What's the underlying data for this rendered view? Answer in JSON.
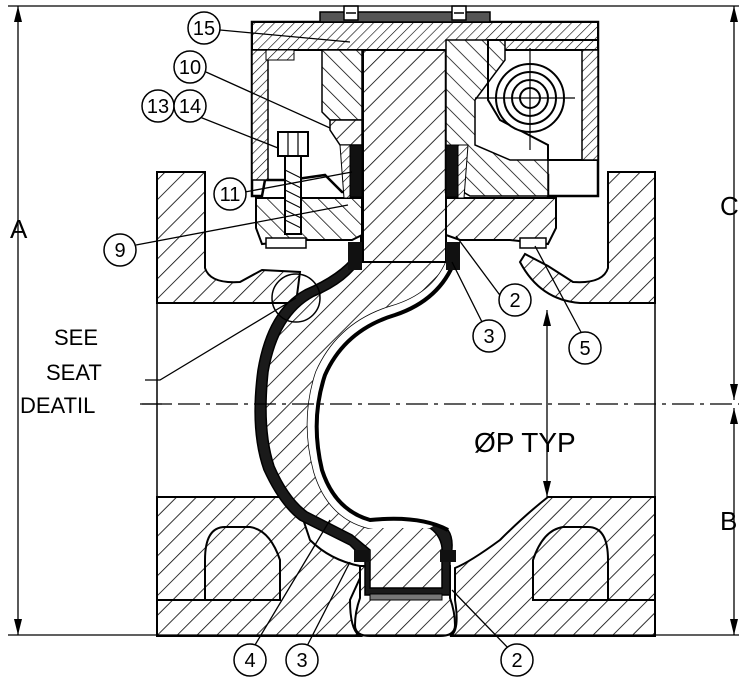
{
  "dims": {
    "a": "A",
    "b": "B",
    "c": "C",
    "port": "ØP TYP"
  },
  "note": {
    "line1": "SEE",
    "line2": "SEAT",
    "line3": "DEATIL"
  },
  "balloons": {
    "b15": "15",
    "b10": "10",
    "b13": "13",
    "b14": "14",
    "b11": "11",
    "b9": "9",
    "b2_upper": "2",
    "b3_upper": "3",
    "b5": "5",
    "b4": "4",
    "b3_lower": "3",
    "b2_lower": "2"
  }
}
